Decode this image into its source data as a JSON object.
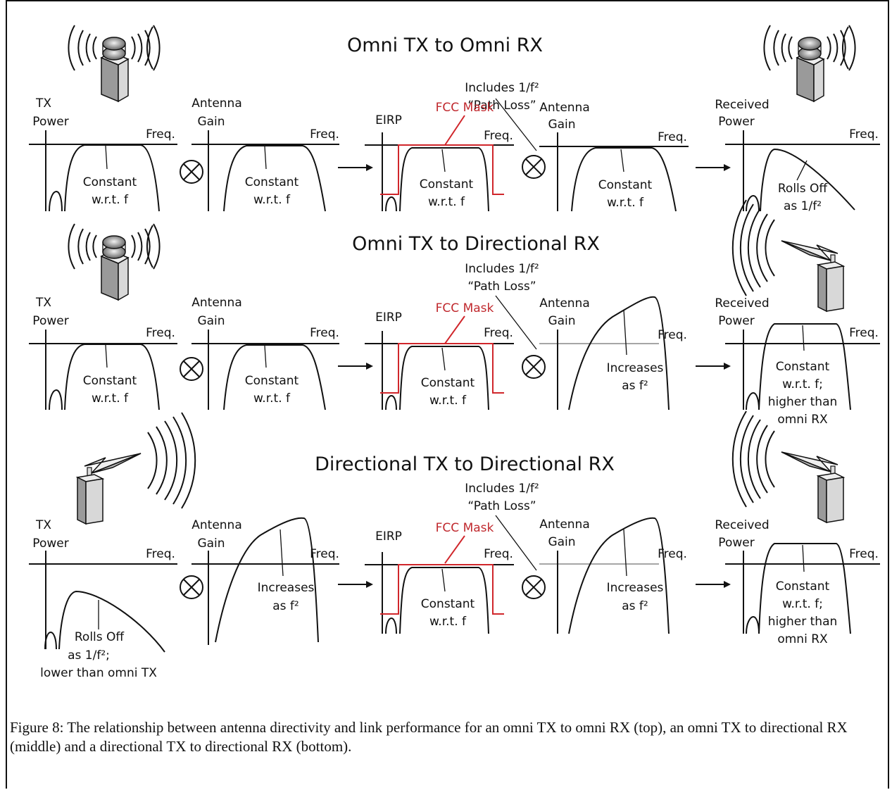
{
  "rows": [
    {
      "title": "Omni TX to Omni RX",
      "note_l1": "Includes 1/f²",
      "note_l2": "“Path Loss”",
      "tx_power_l1": "TX",
      "tx_power_l2": "Power",
      "tx_text_l1": "Constant",
      "tx_text_l2": "w.r.t. f",
      "tx_gain_l1": "Antenna",
      "tx_gain_l2": "Gain",
      "tx_gain_text_l1": "Constant",
      "tx_gain_text_l2": "w.r.t. f",
      "eirp_label": "EIRP",
      "fcc_label": "FCC Mask",
      "eirp_text_l1": "Constant",
      "eirp_text_l2": "w.r.t. f",
      "rx_gain_l1": "Antenna",
      "rx_gain_l2": "Gain",
      "rx_gain_text_l1": "Constant",
      "rx_gain_text_l2": "w.r.t. f",
      "rx_power_l1": "Received",
      "rx_power_l2": "Power",
      "rx_text_l1": "Rolls Off",
      "rx_text_l2": "as 1/f²",
      "freq": "Freq."
    },
    {
      "title": "Omni TX to Directional RX",
      "note_l1": "Includes 1/f²",
      "note_l2": "“Path Loss”",
      "tx_power_l1": "TX",
      "tx_power_l2": "Power",
      "tx_text_l1": "Constant",
      "tx_text_l2": "w.r.t. f",
      "tx_gain_l1": "Antenna",
      "tx_gain_l2": "Gain",
      "tx_gain_text_l1": "Constant",
      "tx_gain_text_l2": "w.r.t. f",
      "eirp_label": "EIRP",
      "fcc_label": "FCC Mask",
      "eirp_text_l1": "Constant",
      "eirp_text_l2": "w.r.t. f",
      "rx_gain_l1": "Antenna",
      "rx_gain_l2": "Gain",
      "rx_gain_text_l1": "Increases",
      "rx_gain_text_l2": "as f²",
      "rx_power_l1": "Received",
      "rx_power_l2": "Power",
      "rx_text_l1": "Constant",
      "rx_text_l2": "w.r.t. f;",
      "rx_text_l3": "higher than",
      "rx_text_l4": "omni RX",
      "freq": "Freq."
    },
    {
      "title": "Directional TX to Directional RX",
      "note_l1": "Includes 1/f²",
      "note_l2": "“Path Loss”",
      "tx_power_l1": "TX",
      "tx_power_l2": "Power",
      "tx_text_l1": "Rolls Off",
      "tx_text_l2": "as 1/f²;",
      "tx_text_l3": "lower than omni TX",
      "tx_gain_l1": "Antenna",
      "tx_gain_l2": "Gain",
      "tx_gain_text_l1": "Increases",
      "tx_gain_text_l2": "as f²",
      "eirp_label": "EIRP",
      "fcc_label": "FCC Mask",
      "eirp_text_l1": "Constant",
      "eirp_text_l2": "w.r.t. f",
      "rx_gain_l1": "Antenna",
      "rx_gain_l2": "Gain",
      "rx_gain_text_l1": "Increases",
      "rx_gain_text_l2": "as f²",
      "rx_power_l1": "Received",
      "rx_power_l2": "Power",
      "rx_text_l1": "Constant",
      "rx_text_l2": "w.r.t. f;",
      "rx_text_l3": "higher than",
      "rx_text_l4": "omni RX",
      "freq": "Freq."
    }
  ],
  "caption": "Figure 8: The relationship between antenna directivity and link performance for an omni TX to omni RX (top), an omni TX to directional RX (middle) and a directional TX to directional RX (bottom).",
  "colors": {
    "fcc_mask": "#d0262b",
    "ink": "#111111",
    "reference_line": "#888888"
  }
}
